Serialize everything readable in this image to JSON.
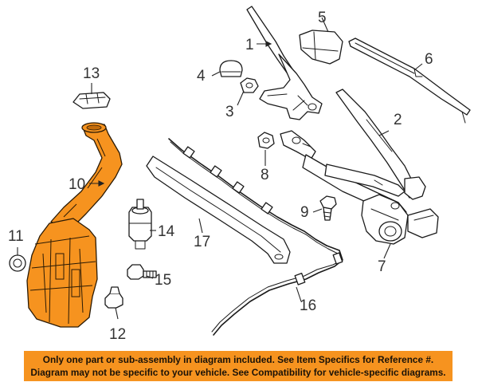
{
  "diagram": {
    "callouts": {
      "c1": "1",
      "c2": "2",
      "c3": "3",
      "c4": "4",
      "c5": "5",
      "c6": "6",
      "c7": "7",
      "c8": "8",
      "c9": "9",
      "c10": "10",
      "c11": "11",
      "c12": "12",
      "c13": "13",
      "c14": "14",
      "c15": "15",
      "c16": "16",
      "c17": "17"
    },
    "highlight_part": "10",
    "colors": {
      "highlight": "#f6931f",
      "notice_background": "#f6931f",
      "line_art": "#1a1a1a"
    }
  },
  "notice": {
    "line1": "Only one part or sub-assembly in diagram included. See Item Specifics for Reference #.",
    "line2": "Diagram may not be specific to your vehicle. See Compatibility for vehicle-specific diagrams."
  }
}
